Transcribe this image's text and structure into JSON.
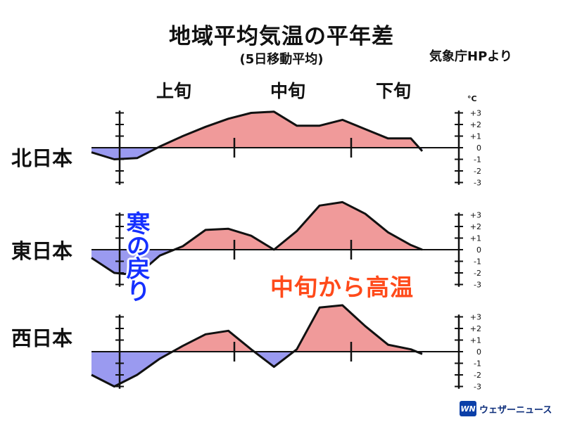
{
  "title": "地域平均気温の平年差",
  "subtitle": "(5日移動平均)",
  "source": "気象庁HPより",
  "periods": [
    "上旬",
    "中旬",
    "下旬"
  ],
  "unit": "°C",
  "annotations": {
    "cold": "寒の戻り",
    "warm": "中旬から高温"
  },
  "logo": {
    "mark": "WN",
    "text": "ウェザーニュース"
  },
  "colors": {
    "warm": "#f09a9a",
    "cold": "#9a9af0",
    "line": "#111111"
  },
  "chart_data": [
    {
      "type": "area",
      "region": "北日本",
      "ylim": [
        -3,
        3
      ],
      "y_ticks": [
        "+3",
        "+2",
        "+1",
        "0",
        "-1",
        "-2",
        "-3"
      ],
      "x": [
        0,
        2,
        4,
        6,
        8,
        10,
        12,
        14,
        16,
        18,
        20,
        22,
        24,
        26,
        28,
        29
      ],
      "values": [
        -0.4,
        -1.0,
        -0.9,
        0.1,
        1.0,
        1.8,
        2.5,
        3.0,
        3.1,
        1.9,
        1.9,
        2.4,
        1.6,
        0.8,
        0.8,
        -0.3
      ]
    },
    {
      "type": "area",
      "region": "東日本",
      "ylim": [
        -3,
        3
      ],
      "y_ticks": [
        "+3",
        "+2",
        "+1",
        "0",
        "-1",
        "-2",
        "-3"
      ],
      "x": [
        0,
        2,
        4,
        6,
        8,
        10,
        12,
        14,
        16,
        18,
        20,
        22,
        24,
        26,
        28,
        29
      ],
      "values": [
        -0.7,
        -2.0,
        -2.2,
        -0.5,
        0.3,
        1.7,
        1.8,
        1.2,
        0.0,
        1.6,
        3.8,
        4.1,
        3.1,
        1.5,
        0.4,
        0.0
      ]
    },
    {
      "type": "area",
      "region": "西日本",
      "ylim": [
        -3,
        3
      ],
      "y_ticks": [
        "+3",
        "+2",
        "+1",
        "0",
        "-1",
        "-2",
        "-3"
      ],
      "x": [
        0,
        2,
        4,
        6,
        8,
        10,
        12,
        14,
        16,
        18,
        20,
        22,
        24,
        26,
        28,
        29
      ],
      "values": [
        -2.0,
        -3.0,
        -2.0,
        -0.6,
        0.5,
        1.5,
        1.8,
        0.2,
        -1.3,
        0.2,
        3.8,
        4.0,
        2.2,
        0.6,
        0.2,
        -0.2
      ]
    }
  ]
}
